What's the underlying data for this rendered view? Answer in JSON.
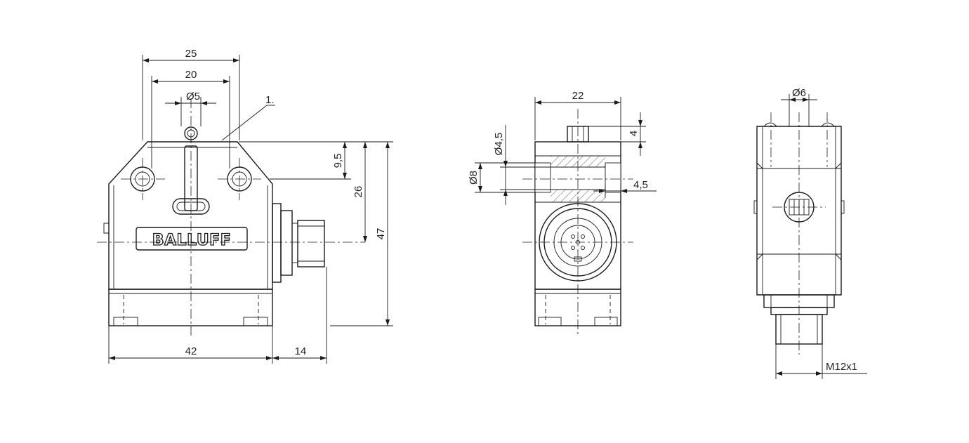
{
  "brand": "BALLUFF",
  "callout": "1.",
  "front_view": {
    "dims": {
      "width_25": "25",
      "width_20": "20",
      "dia_5": "Ø5",
      "height_9_5": "9,5",
      "height_26": "26",
      "height_47": "47",
      "width_42": "42",
      "width_14": "14"
    }
  },
  "side_view": {
    "dims": {
      "width_22": "22",
      "dia_4_5": "Ø4,5",
      "dia_8": "Ø8",
      "height_4": "4",
      "depth_4_5": "4,5"
    }
  },
  "back_view": {
    "dims": {
      "dia_6": "Ø6",
      "thread": "M12x1"
    }
  }
}
